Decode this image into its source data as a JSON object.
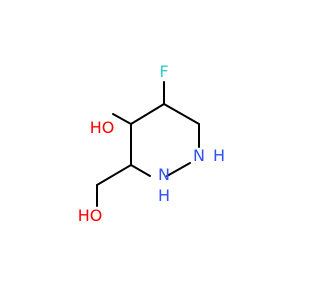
{
  "molecule": {
    "atoms": [
      {
        "id": "F",
        "label": "F",
        "color": "#33cccc"
      },
      {
        "id": "OH_ring",
        "label": "HO",
        "color": "#ff0000"
      },
      {
        "id": "N1",
        "label": "N",
        "color": "#3050f8"
      },
      {
        "id": "H1",
        "label": "H",
        "color": "#3050f8"
      },
      {
        "id": "N2",
        "label": "N",
        "color": "#3050f8"
      },
      {
        "id": "H2",
        "label": "H",
        "color": "#3050f8"
      },
      {
        "id": "OH_chain",
        "label": "HO",
        "color": "#ff0000"
      }
    ],
    "bond_color": "#000000"
  }
}
